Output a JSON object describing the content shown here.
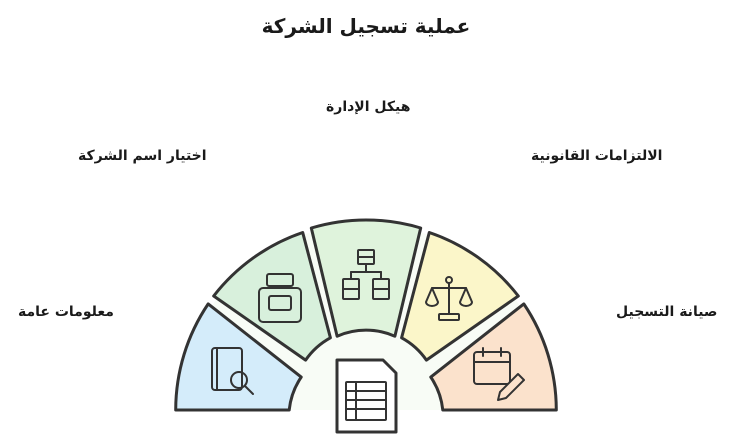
{
  "title": "عملية تسجيل الشركة",
  "segments": [
    {
      "label": "معلومات عامة",
      "color": "#d4ecfa",
      "icon": "book-search-icon"
    },
    {
      "label": "اختيار اسم الشركة",
      "color": "#d8f0dc",
      "icon": "ink-bottle-icon"
    },
    {
      "label": "هيكل الإدارة",
      "color": "#dff3dc",
      "icon": "org-chart-icon"
    },
    {
      "label": "الالتزامات القانونية",
      "color": "#fbf6c9",
      "icon": "scales-icon"
    },
    {
      "label": "صيانة التسجيل",
      "color": "#fbe2cc",
      "icon": "calendar-edit-icon"
    }
  ],
  "center_icon": "spreadsheet-document-icon"
}
